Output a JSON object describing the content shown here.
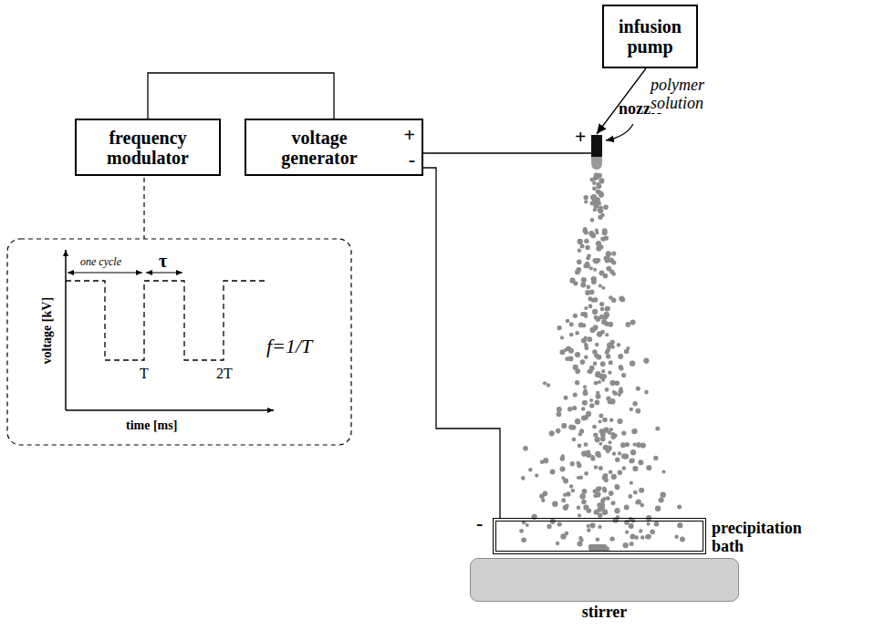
{
  "diagram": {
    "nodes": [
      {
        "text": [
          "infusion pump"
        ]
      },
      {
        "text": [
          "frequency modulator"
        ]
      },
      {
        "text": [
          "voltage generator",
          "+",
          "-"
        ]
      },
      {
        "text": [
          "nozzle"
        ]
      },
      {
        "text": [
          "precipitation bath"
        ]
      },
      {
        "text": [
          "stirrer"
        ]
      }
    ],
    "edges": [
      {
        "from": 0,
        "to": 3,
        "arrow": "to",
        "label": "polymer solution"
      },
      {
        "from": 1,
        "to": 2,
        "arrow": "none"
      },
      {
        "from": 2,
        "to": 3,
        "arrow": "none"
      },
      {
        "from": 2,
        "to": 4,
        "arrow": "none"
      }
    ],
    "labels": [
      "+",
      "-",
      "voltage [kV]",
      "time [ms]",
      "one cycle",
      "τ",
      "T",
      "2T",
      "f=1/T"
    ]
  }
}
